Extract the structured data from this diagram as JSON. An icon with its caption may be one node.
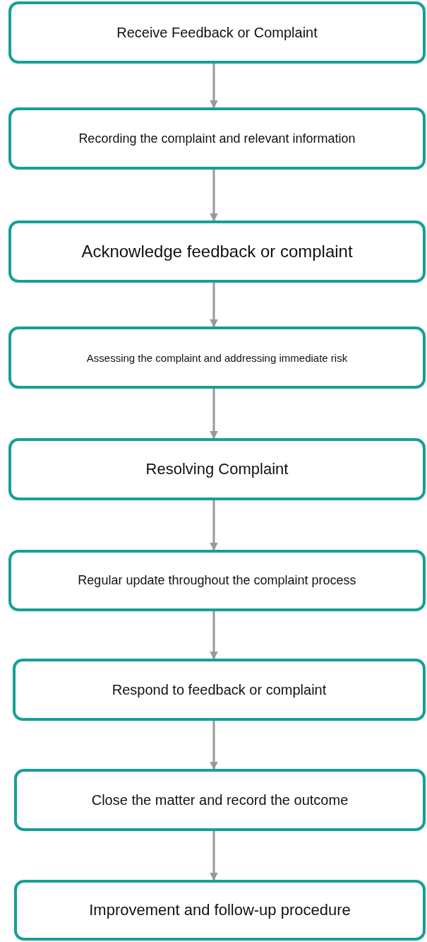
{
  "diagram": {
    "nodes": [
      {
        "text": [
          "Receive Feedback or Complaint"
        ]
      },
      {
        "text": [
          "Recording the complaint and relevant information"
        ]
      },
      {
        "text": [
          "Acknowledge feedback or complaint"
        ]
      },
      {
        "text": [
          "Assessing the complaint and addressing immediate risk"
        ]
      },
      {
        "text": [
          "Resolving Complaint"
        ]
      },
      {
        "text": [
          "Regular update throughout the complaint process"
        ]
      },
      {
        "text": [
          "Respond to feedback or complaint"
        ]
      },
      {
        "text": [
          "Close the matter and record the outcome"
        ]
      },
      {
        "text": [
          "Improvement and follow-up procedure"
        ]
      }
    ],
    "edges": [
      {
        "from": 0,
        "to": 1,
        "arrow": "to"
      },
      {
        "from": 1,
        "to": 2,
        "arrow": "to"
      },
      {
        "from": 2,
        "to": 3,
        "arrow": "to"
      },
      {
        "from": 3,
        "to": 4,
        "arrow": "to"
      },
      {
        "from": 4,
        "to": 5,
        "arrow": "to"
      },
      {
        "from": 5,
        "to": 6,
        "arrow": "to"
      },
      {
        "from": 6,
        "to": 7,
        "arrow": "to"
      },
      {
        "from": 7,
        "to": 8,
        "arrow": "to"
      }
    ]
  }
}
